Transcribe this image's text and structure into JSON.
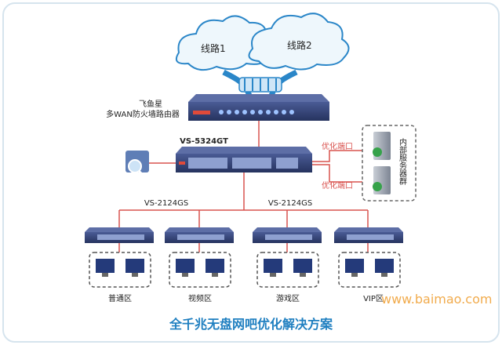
{
  "clouds": [
    {
      "label": "线路1"
    },
    {
      "label": "线路2"
    }
  ],
  "router": {
    "brand_line": "飞鱼星",
    "model_line": "多WAN防火墙路由器"
  },
  "core_switch": {
    "model": "VS-5324GT"
  },
  "optimize_ports": [
    {
      "label": "优化端口"
    },
    {
      "label": "优化端口"
    }
  ],
  "server_group": {
    "label": "内部服务器群"
  },
  "access_switches": [
    {
      "model": "VS-2124GS"
    },
    {
      "model": "VS-2124GS"
    }
  ],
  "zones": [
    {
      "label": "普通区"
    },
    {
      "label": "视频区"
    },
    {
      "label": "游戏区"
    },
    {
      "label": "VIP区"
    }
  ],
  "watermark": "www.baimao.com",
  "title": "全千兆无盘网吧优化解决方案",
  "colors": {
    "cloud_fill": "#eef7fc",
    "cloud_stroke": "#2a86c8",
    "device_fill": "#2f3f77",
    "cable": "#d9534f",
    "title": "#1f7fc0",
    "watermark": "#f0a33a"
  }
}
